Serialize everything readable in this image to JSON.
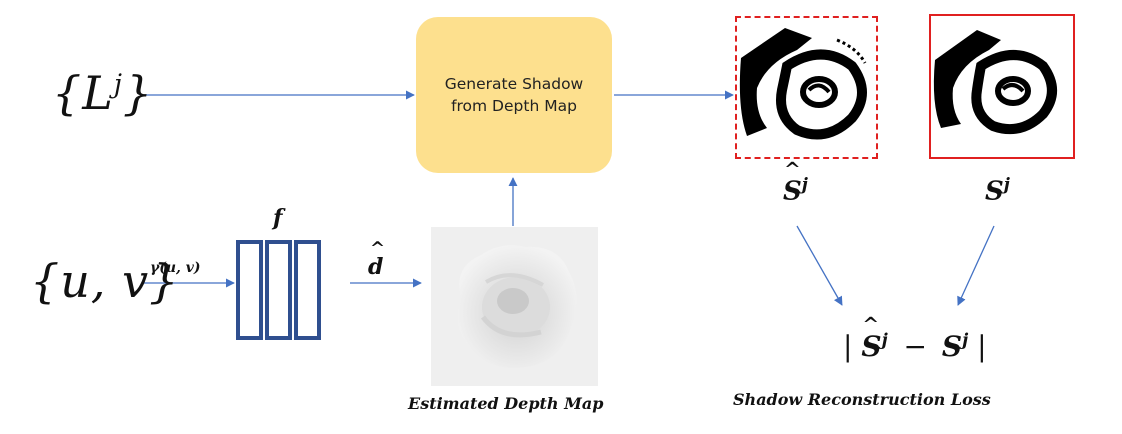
{
  "light_set": {
    "base": "{L",
    "sup": "j",
    "close": "}"
  },
  "uv_set": "{u, v}",
  "positional_encoding": "γ(u, v)",
  "network_label": "f",
  "depth_estimate_symbol": "d",
  "generate_box": {
    "line1": "Generate Shadow",
    "line2": "from Depth Map"
  },
  "depth_caption": "Estimated Depth Map",
  "pred_shadow_label": {
    "base": "S",
    "sup": "j"
  },
  "gt_shadow_label": {
    "base": "S",
    "sup": "j"
  },
  "loss_expression": {
    "open": "|",
    "a": "S",
    "a_sup": "j",
    "minus": "−",
    "b": "S",
    "b_sup": "j",
    "close": "|"
  },
  "loss_caption": "Shadow Reconstruction Loss",
  "colors": {
    "arrow": "#4472c4",
    "bars": "#2f4f8f",
    "box": "#fde08e",
    "frame": "#e02020"
  }
}
